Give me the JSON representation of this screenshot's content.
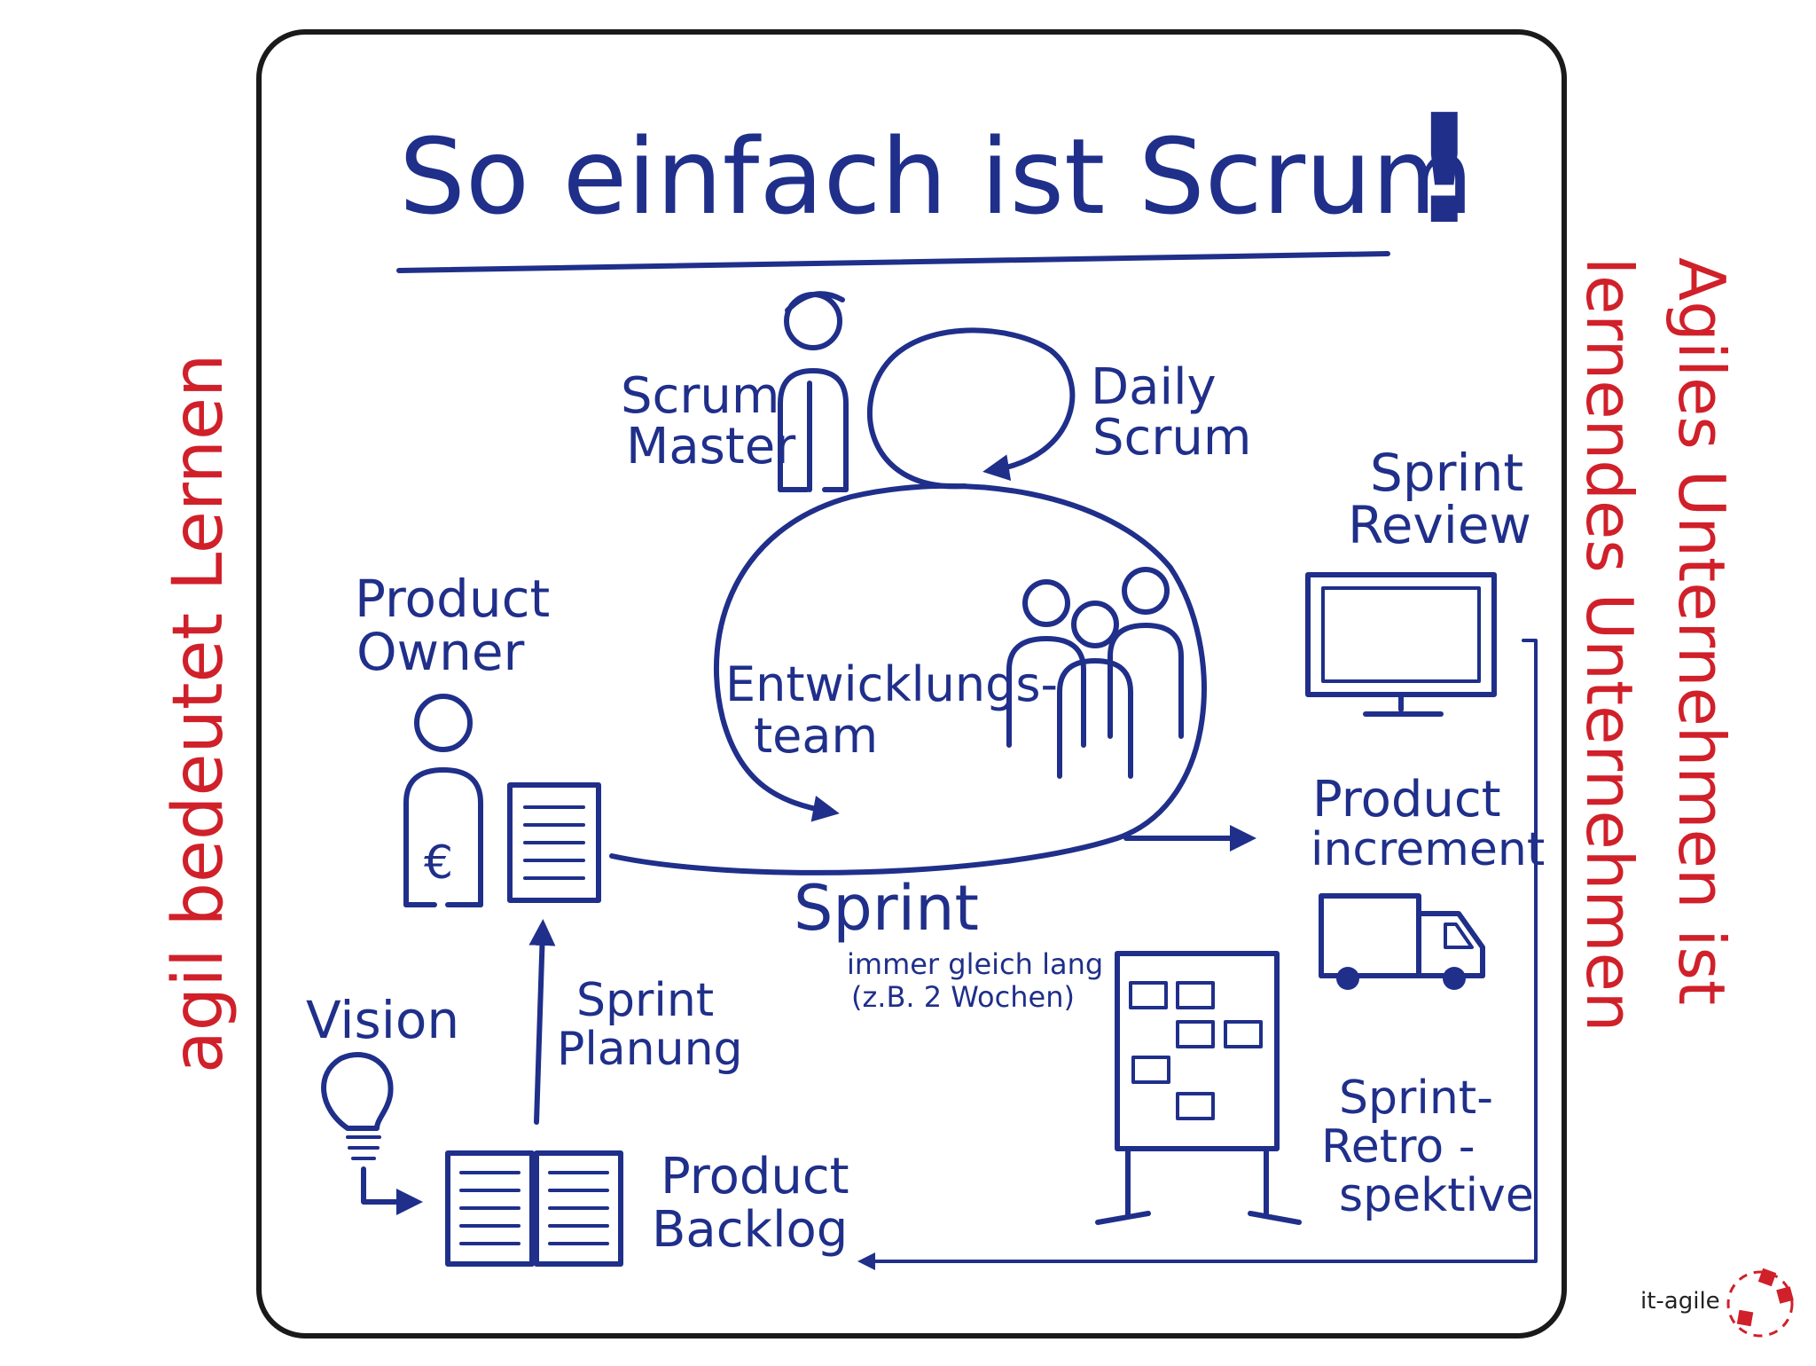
{
  "title": "So einfach ist Scrum",
  "title_mark": "!",
  "side_left": "agil bedeutet Lernen",
  "side_right_1": "Agiles Unternehmen ist",
  "side_right_2": "lernendes Unternehmen",
  "logo": "it-agile",
  "roles": {
    "scrum_master_1": "Scrum",
    "scrum_master_2": "Master",
    "product_owner_1": "Product",
    "product_owner_2": "Owner",
    "dev_team_1": "Entwicklungs-",
    "dev_team_2": "team"
  },
  "events": {
    "daily_1": "Daily",
    "daily_2": "Scrum",
    "review_1": "Sprint",
    "review_2": "Review",
    "planning_1": "Sprint",
    "planning_2": "Planung",
    "retro_1": "Sprint-",
    "retro_2": "Retro -",
    "retro_3": "spektive",
    "sprint": "Sprint",
    "sprint_note_1": "immer gleich lang",
    "sprint_note_2": "(z.B. 2 Wochen)"
  },
  "artifacts": {
    "vision": "Vision",
    "backlog_1": "Product",
    "backlog_2": "Backlog",
    "increment_1": "Product",
    "increment_2": "increment",
    "euro": "€"
  },
  "colors": {
    "ink": "#1f2f8a",
    "accent": "#d0202a"
  }
}
